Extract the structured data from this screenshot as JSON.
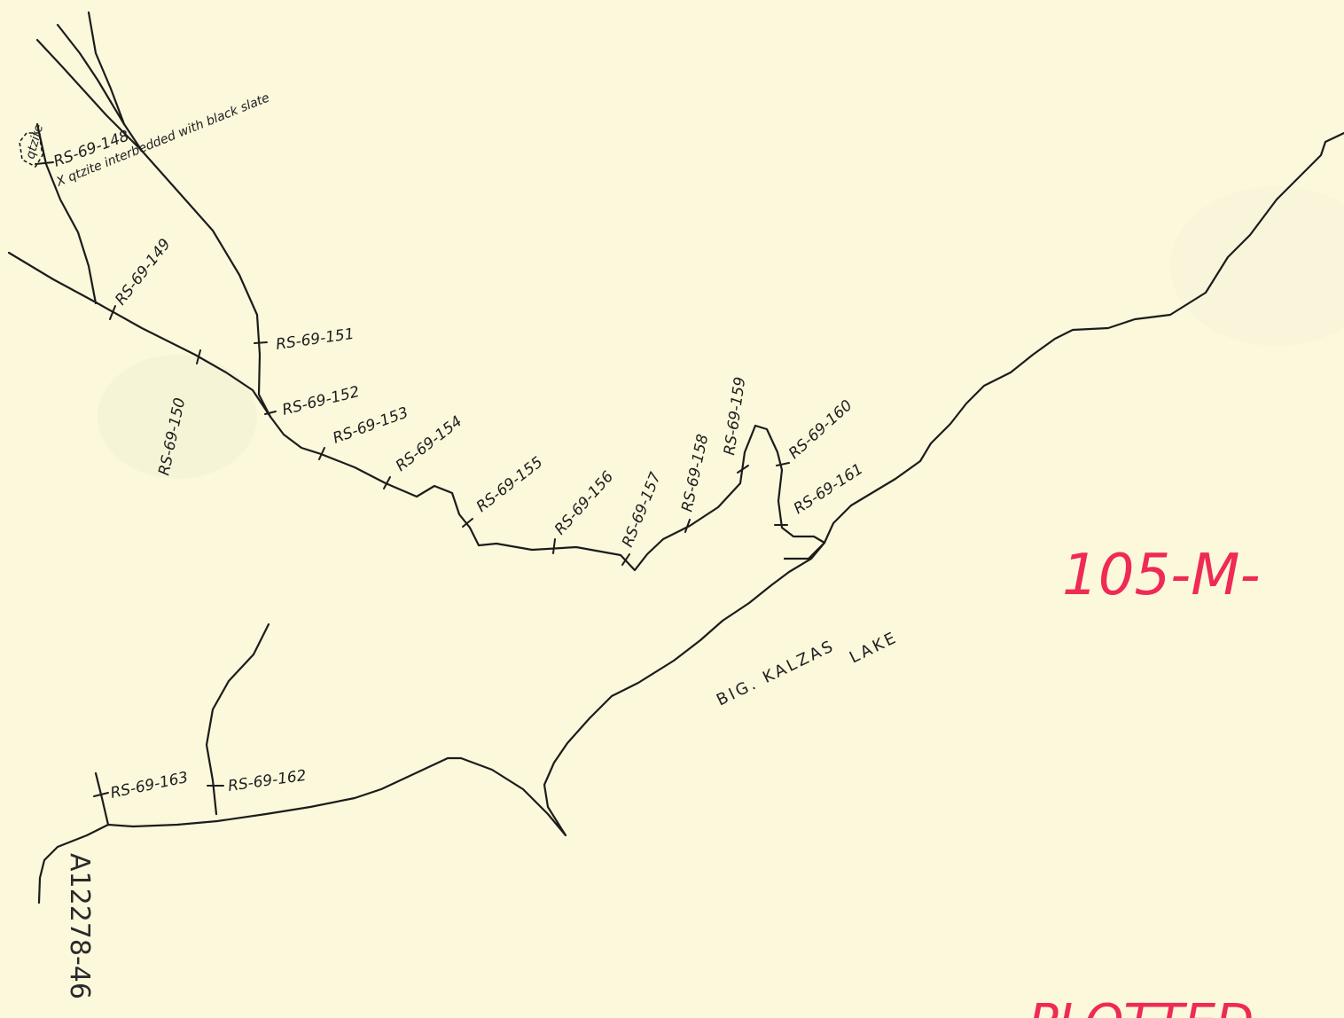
{
  "map": {
    "lake_label_1": "BIG. KALZAS",
    "lake_label_2": "LAKE",
    "note_qtzite": "qtzite",
    "note_interbedded": "X qtzite interbedded with black slate",
    "map_number": "105-M-",
    "stamp": "PLOTTED",
    "accession": "A12278-46",
    "stations": [
      "RS-69-148",
      "RS-69-149",
      "RS-69-150",
      "RS-69-151",
      "RS-69-152",
      "RS-69-153",
      "RS-69-154",
      "RS-69-155",
      "RS-69-156",
      "RS-69-157",
      "RS-69-158",
      "RS-69-159",
      "RS-69-160",
      "RS-69-161",
      "RS-69-162",
      "RS-69-163"
    ],
    "colors": {
      "paper": "#fbf8dc",
      "ink": "#1c1c1c",
      "red_stamp": "#ef2a55"
    }
  }
}
